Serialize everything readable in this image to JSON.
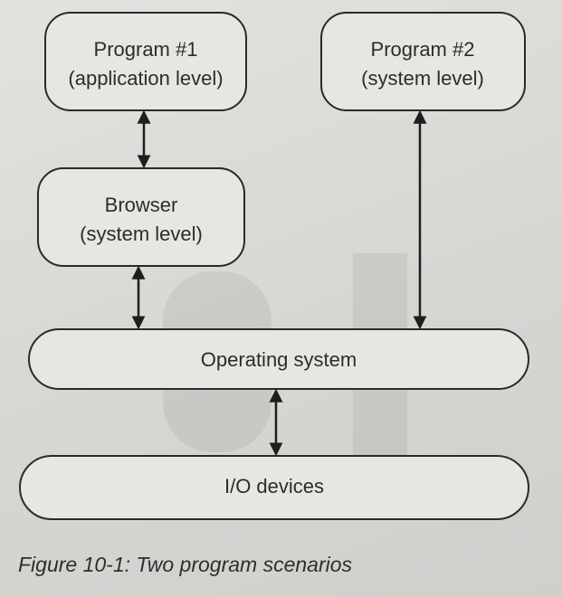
{
  "diagram": {
    "nodes": {
      "program1": {
        "line1": "Program #1",
        "line2": "(application level)"
      },
      "program2": {
        "line1": "Program #2",
        "line2": "(system level)"
      },
      "browser": {
        "line1": "Browser",
        "line2": "(system level)"
      },
      "os": {
        "label": "Operating system"
      },
      "io": {
        "label": "I/O devices"
      }
    },
    "edges": [
      {
        "from": "program1",
        "to": "browser",
        "type": "bidirectional"
      },
      {
        "from": "browser",
        "to": "os",
        "type": "bidirectional"
      },
      {
        "from": "program2",
        "to": "os",
        "type": "bidirectional"
      },
      {
        "from": "os",
        "to": "io",
        "type": "bidirectional"
      }
    ]
  },
  "caption": "Figure 10-1: Two program scenarios"
}
